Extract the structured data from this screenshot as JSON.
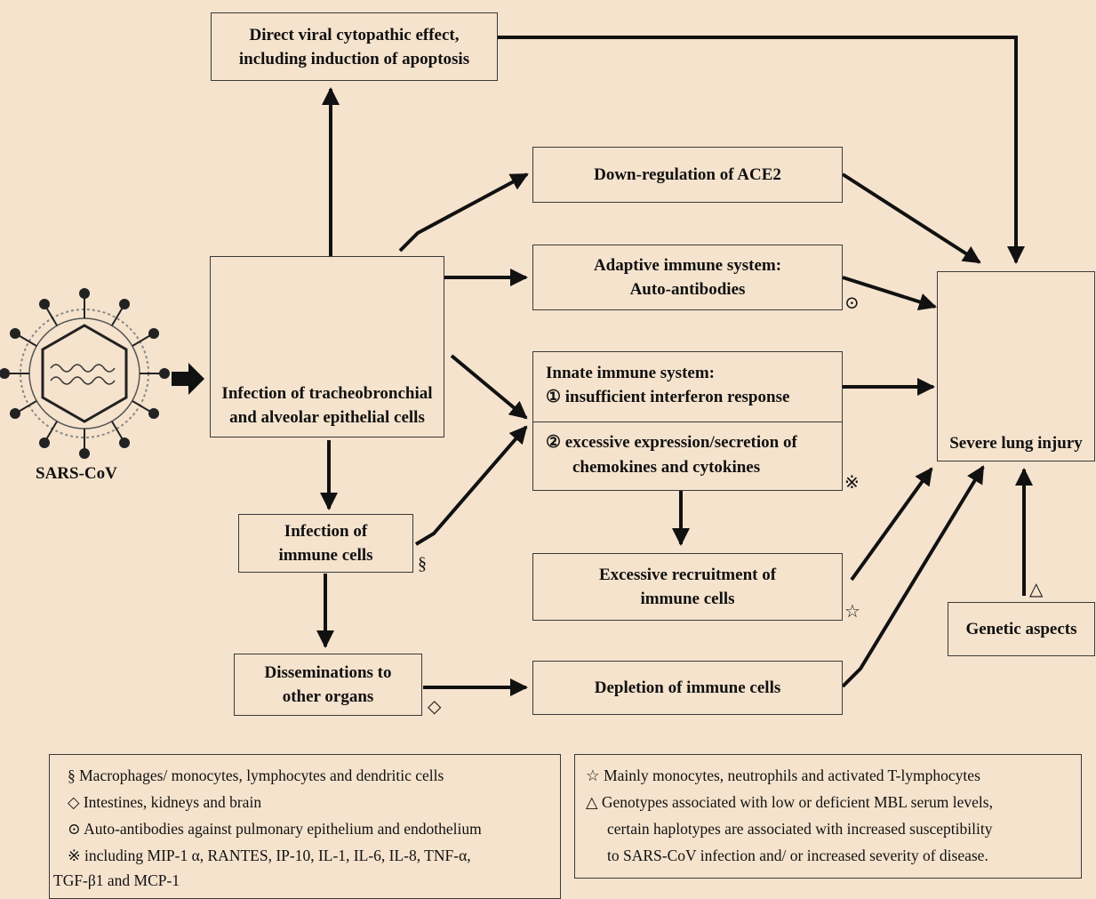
{
  "colors": {
    "background": "#f5e3cd",
    "ink": "#111111"
  },
  "virus": {
    "label": "SARS-CoV"
  },
  "boxes": {
    "cytopathic": [
      "Direct viral cytopathic effect,",
      "including induction of apoptosis"
    ],
    "ace2": "Down-regulation of ACE2",
    "adaptive": [
      "Adaptive immune system:",
      "Auto-antibodies"
    ],
    "innate_title": "Innate immune system:",
    "innate_1": "① insufficient interferon response",
    "innate_2a": "② excessive expression/secretion of",
    "innate_2b": "chemokines and cytokines",
    "infection_epithelial": [
      "Infection of tracheobronchial",
      "and alveolar epithelial cells"
    ],
    "infection_immune": [
      "Infection of",
      "immune cells"
    ],
    "disseminations": [
      "Disseminations to",
      "other organs"
    ],
    "recruitment": [
      "Excessive recruitment of",
      "immune cells"
    ],
    "depletion": "Depletion of immune cells",
    "lung": "Severe lung injury",
    "genetic": "Genetic aspects"
  },
  "symbols": {
    "section": "§",
    "diamond": "◇",
    "circled_dot": "⊙",
    "reference": "※",
    "star": "☆",
    "triangle": "△"
  },
  "legend_left": [
    "§  Macrophages/ monocytes, lymphocytes and dendritic cells",
    "◇  Intestines, kidneys and brain",
    "⊙  Auto-antibodies against pulmonary epithelium and endothelium",
    "※  including MIP-1 α, RANTES, IP-10, IL-1, IL-6, IL-8, TNF-α,",
    "TGF-β1 and MCP-1"
  ],
  "legend_right": [
    "☆  Mainly monocytes, neutrophils and activated T-lymphocytes",
    "△  Genotypes associated with low or deficient MBL serum levels,",
    "certain haplotypes are associated with increased susceptibility",
    "to SARS-CoV infection and/ or increased severity of disease."
  ]
}
